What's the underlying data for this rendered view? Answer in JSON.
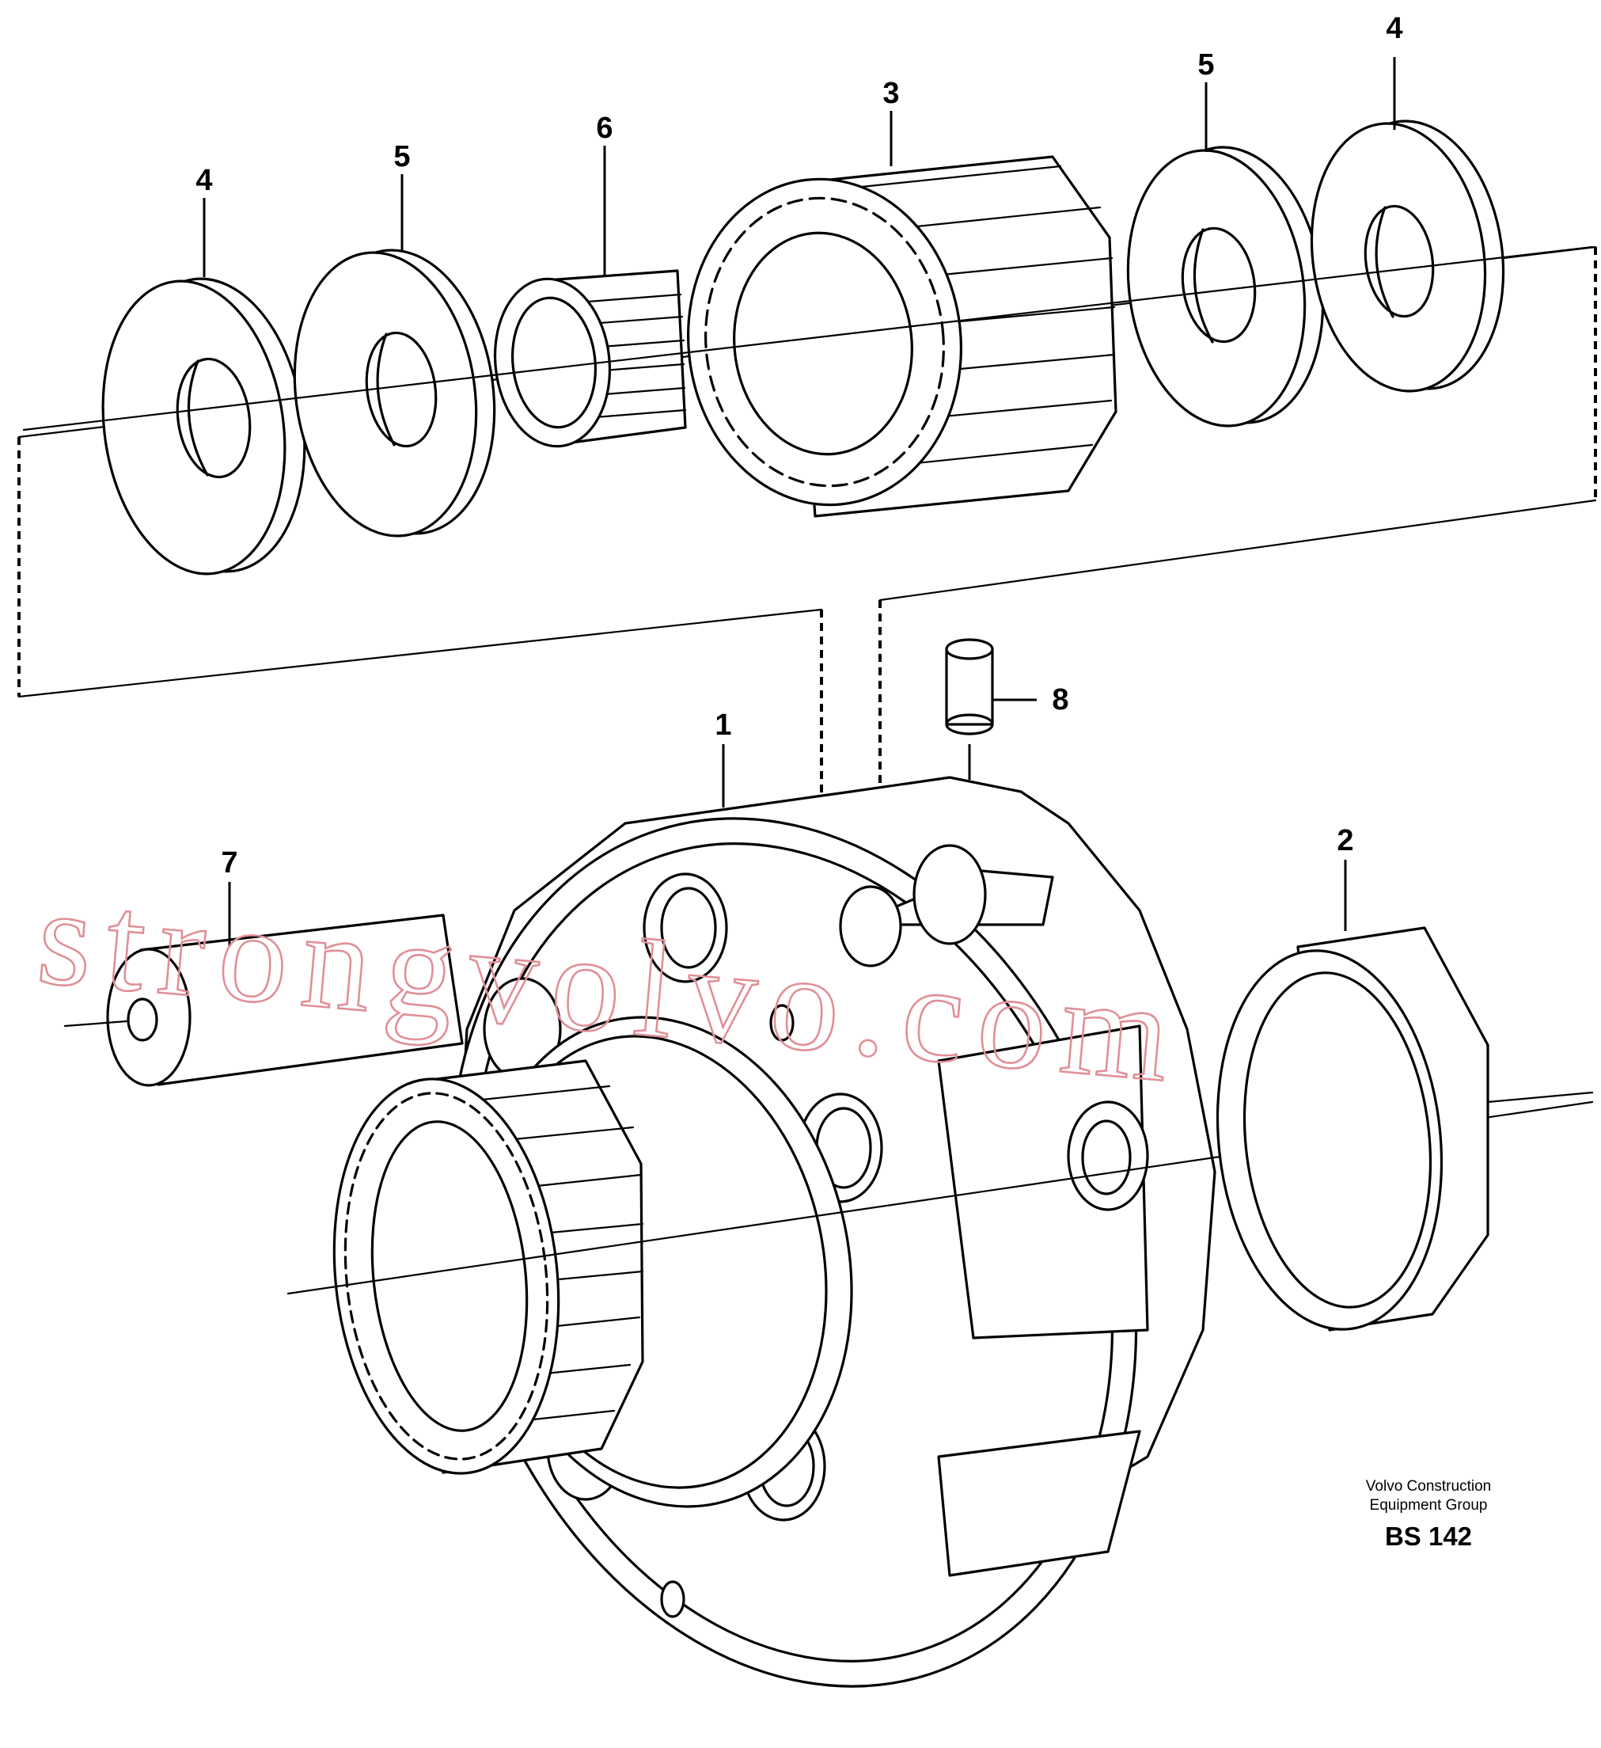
{
  "watermark": "strongvolvo.com",
  "caption": {
    "line1": "Volvo Construction",
    "line2": "Equipment Group",
    "code": "BS 142"
  },
  "callouts": {
    "c1": "1",
    "c2": "2",
    "c3": "3",
    "c4_left": "4",
    "c4_right": "4",
    "c5_left": "5",
    "c5_right": "5",
    "c6": "6",
    "c7": "7",
    "c8": "8"
  }
}
